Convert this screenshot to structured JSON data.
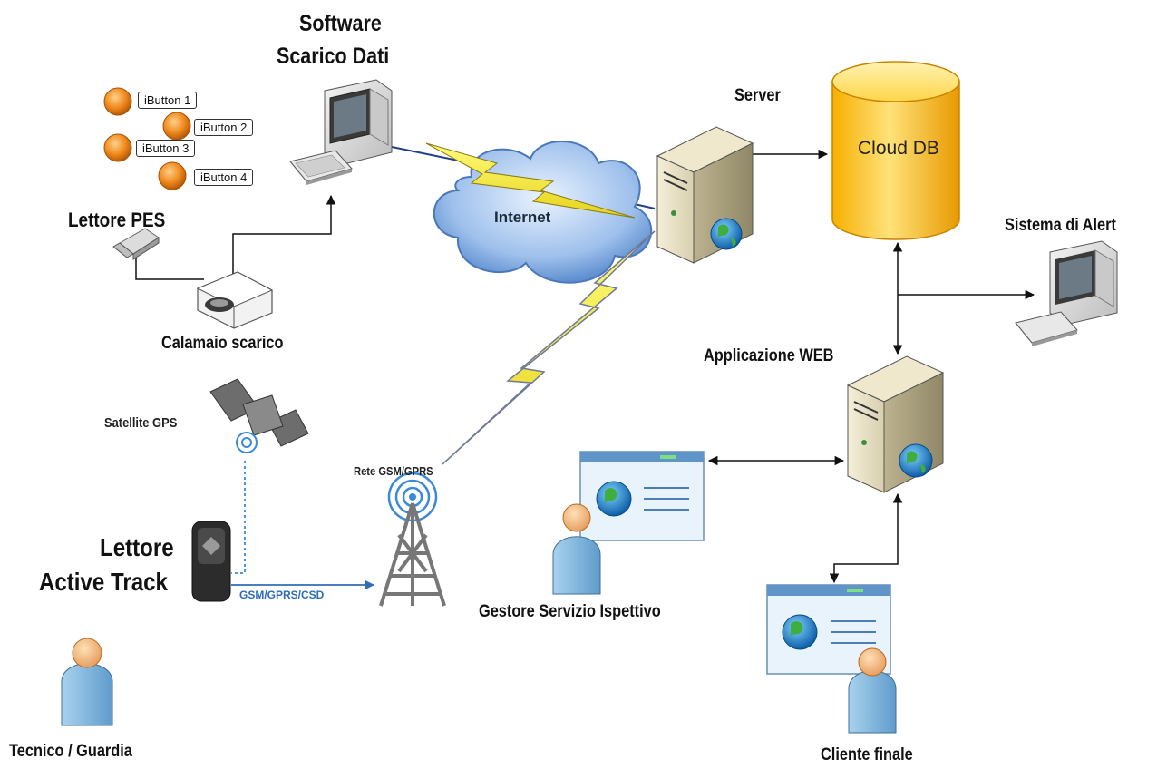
{
  "labels": {
    "software_line1": "Software",
    "software_line2": "Scarico Dati",
    "server": "Server",
    "cloud_db": "Cloud DB",
    "internet": "Internet",
    "lettore_pes": "Lettore PES",
    "calamaio": "Calamaio scarico",
    "sistema_alert": "Sistema di Alert",
    "applicazione_web": "Applicazione WEB",
    "satellite_gps": "Satellite GPS",
    "rete_gsm": "Rete GSM/GPRS",
    "lettore_line1": "Lettore",
    "lettore_line2": "Active Track",
    "gsm_link": "GSM/GPRS/CSD",
    "gestore": "Gestore Servizio Ispettivo",
    "cliente": "Cliente finale",
    "tecnico": "Tecnico / Guardia"
  },
  "ibuttons": [
    "iButton 1",
    "iButton 2",
    "iButton 3",
    "iButton 4"
  ],
  "colors": {
    "cylinder": "#f4b400",
    "cloud": "#8fb7e8",
    "lightning": "#f2e62c",
    "gsm_link": "#2f6db6"
  },
  "icons": [
    "computer-icon",
    "server-icon",
    "database-icon",
    "cloud-icon",
    "satellite-icon",
    "antenna-icon",
    "person-icon",
    "browser-window-icon",
    "usb-key-icon",
    "reader-device-icon"
  ]
}
